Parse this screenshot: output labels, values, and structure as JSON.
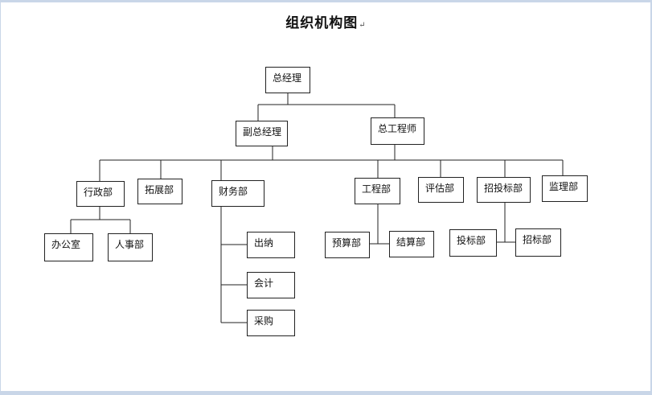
{
  "title": "组织机构图",
  "paragraph_mark": "↵",
  "nodes": {
    "ceo": "总经理",
    "deputy_gm": "副总经理",
    "chief_engineer": "总工程师",
    "admin": "行政部",
    "expansion": "拓展部",
    "finance": "财务部",
    "engineering": "工程部",
    "evaluation": "评估部",
    "bidding": "招投标部",
    "supervision": "监理部",
    "office": "办公室",
    "hr": "人事部",
    "cashier": "出纳",
    "accounting": "会计",
    "purchasing": "采购",
    "budget": "预算部",
    "settlement": "结算部",
    "tender": "投标部",
    "invitation": "招标部"
  }
}
